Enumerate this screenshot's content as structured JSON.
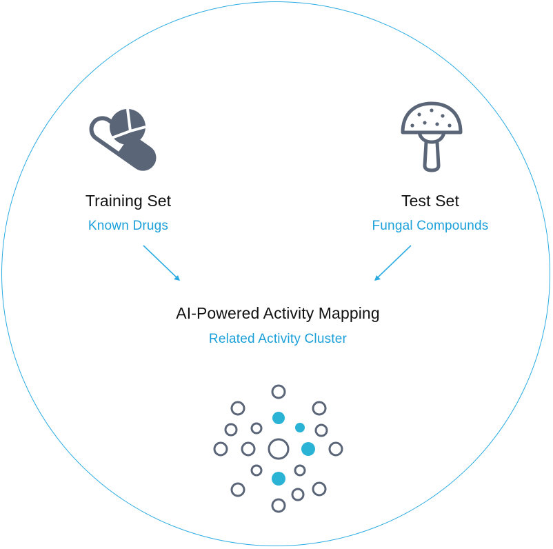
{
  "training": {
    "title": "Training Set",
    "subtitle": "Known Drugs",
    "icon": "pill-capsule-icon"
  },
  "test": {
    "title": "Test Set",
    "subtitle": "Fungal Compounds",
    "icon": "mushroom-icon"
  },
  "mapping": {
    "title": "AI-Powered Activity Mapping",
    "subtitle": "Related Activity Cluster",
    "icon": "activity-cluster-icon"
  },
  "colors": {
    "accent": "#29abe2",
    "icon_gray": "#5a6577",
    "cluster_fill": "#2bb3d6",
    "title_text": "#111111"
  }
}
